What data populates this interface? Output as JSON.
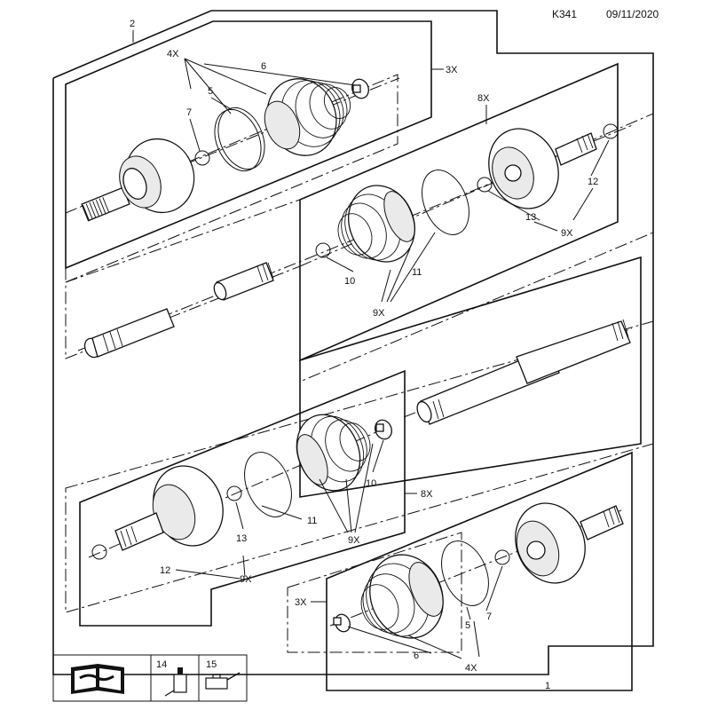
{
  "header": {
    "code": "K341",
    "date": "09/11/2020"
  },
  "callouts": {
    "c1": "1",
    "c2": "2",
    "c3x_top": "3X",
    "c4x_top": "4X",
    "c5_top": "5",
    "c6_top": "6",
    "c7_top": "7",
    "c8x_upper": "8X",
    "c12_upper": "12",
    "c13_upper": "13",
    "c9x_upper_right": "9X",
    "c10_upper": "10",
    "c11_upper": "11",
    "c9x_upper_mid": "9X",
    "c10_lower": "10",
    "c8x_lower": "8X",
    "c11_lower": "11",
    "c9x_lower_mid": "9X",
    "c13_lower": "13",
    "c12_lower": "12",
    "c9x_lower_left": "9X",
    "c3x_bottom": "3X",
    "c7_bottom": "7",
    "c5_bottom": "5",
    "c6_bottom": "6",
    "c4x_bottom": "4X"
  },
  "legend": {
    "item14": "14",
    "item15": "15"
  },
  "icons": [
    "manual-icon",
    "grease-tube-icon",
    "oil-can-icon"
  ]
}
